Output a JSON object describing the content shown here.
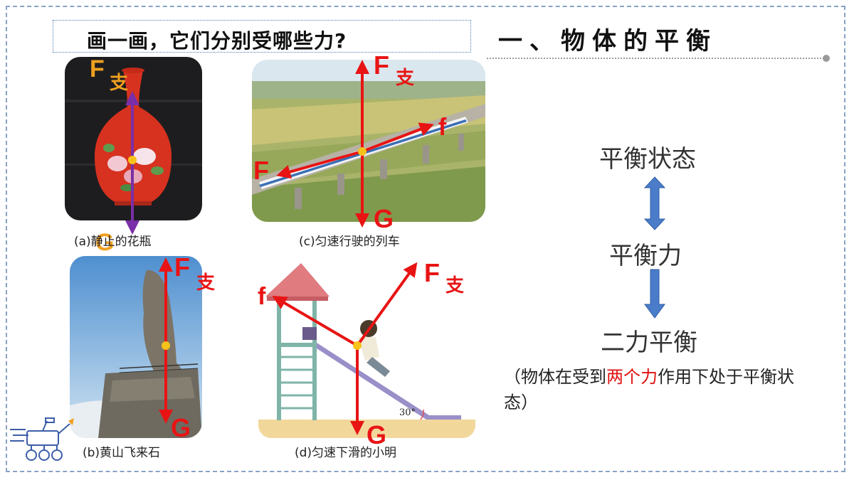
{
  "header": {
    "question": "画一画，它们分别受哪些力?",
    "section_title": "一、物体的平衡"
  },
  "panels": {
    "a": {
      "caption": "(a)静止的花瓶",
      "support_force_main": "F",
      "support_force_sub": "支",
      "gravity": "G"
    },
    "b": {
      "caption": "(b)黄山飞来石",
      "support_force_main": "F",
      "support_force_sub": "支",
      "gravity": "G"
    },
    "c": {
      "caption": "(c)匀速行驶的列车",
      "support_force_main": "F",
      "support_force_sub": "支",
      "friction": "f",
      "traction": "F",
      "gravity": "G"
    },
    "d": {
      "caption": "(d)匀速下滑的小明",
      "support_force_main": "F",
      "support_force_sub": "支",
      "friction": "f",
      "gravity": "G",
      "angle_label": "30°"
    }
  },
  "concepts": {
    "state": "平衡状态",
    "force": "平衡力",
    "two_force": "二力平衡"
  },
  "note": {
    "open": "（物体在受到",
    "highlight": "两个力",
    "close": "作用下处于平衡状态）"
  },
  "colors": {
    "force_red": "#e81414",
    "force_purple": "#7a2fa8",
    "label_orange": "#f0a020",
    "point_yellow": "#f7c21a",
    "arrow_blue": "#4a7cc9",
    "highlight_red": "#e01010"
  },
  "icons": {
    "rover": "rover-icon",
    "balance_arrows": "double-arrow-icon"
  }
}
